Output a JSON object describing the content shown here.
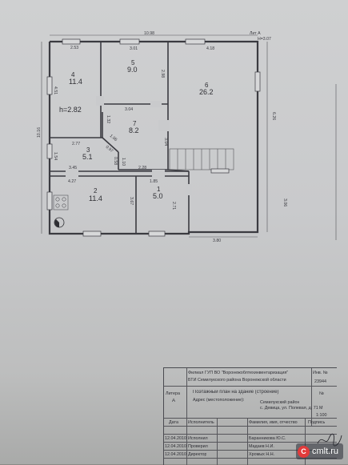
{
  "plan": {
    "letter_label": "Лит А",
    "height_label": "H=3.07",
    "rooms": [
      {
        "num": "1",
        "area": "5.0"
      },
      {
        "num": "2",
        "area": "11.4"
      },
      {
        "num": "3",
        "area": "5.1"
      },
      {
        "num": "4",
        "area": "11.4"
      },
      {
        "num": "5",
        "area": "9.0"
      },
      {
        "num": "6",
        "area": "26.2"
      },
      {
        "num": "7",
        "area": "8.2"
      }
    ],
    "ceiling_height": "h=2.82",
    "dims": {
      "top_total": "10.98",
      "left_total": "10.16",
      "right_upper": "6.26",
      "right_lower": "3.06",
      "bottom_right": "3.80",
      "r4_top": "2.53",
      "r4_side": "4.51",
      "r5_top": "3.01",
      "r5_side": "2.98",
      "r5_bottom": "3.04",
      "r6_top": "4.18",
      "r7_side": "1.32",
      "r7_diag": "1.06",
      "r7_right": "3.04",
      "r3_top": "2.77",
      "r3_side": "1.54",
      "r3_diag": "0.97",
      "r3_v1": "0.58",
      "r3_v2": "1.10",
      "r3_bottom": "3.45",
      "corr": "2.28",
      "r2_top": "4.27",
      "r2_side": "3.67",
      "r1_top": "1.85",
      "r1_side": "2.71"
    }
  },
  "stamp": {
    "org_line1": "Филиал ГУП ВО \"Воронежоблтехинвентаризация\"",
    "org_line2": "БТИ Семилукского района Воронежской области",
    "inv_label": "Инв. №",
    "inv_value": "23944",
    "plan_title": "Поэтажный план на здание (строение)",
    "letter_head": "Литера",
    "letter_value": "А",
    "address_label": "Адрес (местоположение):",
    "address_value1": "Семилукский район",
    "address_value2": "с. Девица, ул. Полевая, д. 71",
    "sheet_label": "№",
    "scale_label": "М",
    "scale_value": "1:100",
    "table_headers": [
      "Дата",
      "Исполнитель",
      "Фамилия, имя, отчество",
      "Подпись"
    ],
    "rows": [
      {
        "date": "12.04.2010",
        "role": "Исполнил",
        "name": "Баранникова Ю.С."
      },
      {
        "date": "12.04.2010",
        "role": "Проверил",
        "name": "Мадаев Н.И."
      },
      {
        "date": "12.04.2010",
        "role": "Директор",
        "name": "Хромых Н.Н."
      }
    ]
  },
  "watermark": {
    "logo_letter": "C",
    "text": "cmlt.ru"
  }
}
